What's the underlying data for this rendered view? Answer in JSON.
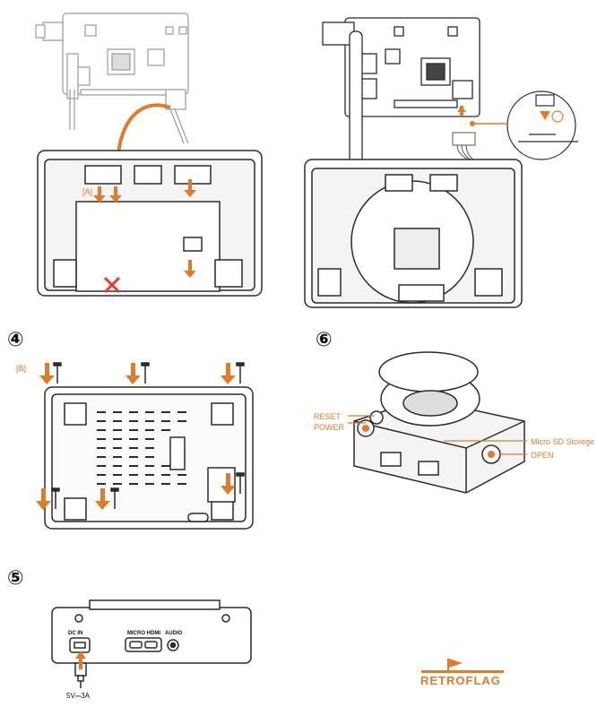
{
  "steps": {
    "four": "④",
    "five": "⑤",
    "six": "⑥"
  },
  "callouts": {
    "a_marker": "[A]",
    "b_marker": "[B]",
    "reset": "RESET",
    "power": "POWER",
    "micro_sd": "Micro SD Storege",
    "open": "OPEN"
  },
  "ports": {
    "dc_in": "DC IN",
    "micro_hdmi": "MICRO HDMI",
    "audio": "AUDIO",
    "power_spec": "5V⎓3A"
  },
  "brand": {
    "logo_text": "RETROFLAG"
  },
  "colors": {
    "accent": "#e07b2a",
    "line": "#2b2b2b",
    "light_line": "#9a9a9a",
    "fill": "#f4f4f4",
    "red_mark": "#e53935"
  }
}
